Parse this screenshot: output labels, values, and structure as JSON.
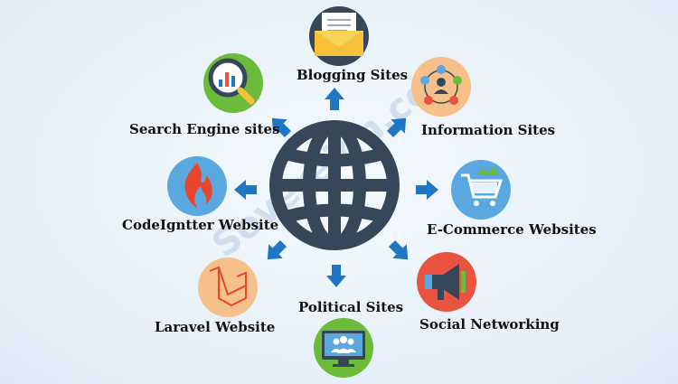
{
  "diagram": {
    "labels": {
      "blogging": "Blogging Sites",
      "search": "Search Engine sites",
      "information": "Information Sites",
      "codeigniter": "CodeIgntter Website",
      "ecommerce": "E-Commerce Websites",
      "laravel": "Laravel Website",
      "political": "Political Sites",
      "social": "Social Networking"
    },
    "colors": {
      "globe": "#37475a",
      "arrow": "#1f77c4",
      "blogging_circle": "#37475a",
      "search_circle": "#6dbb3a",
      "information_circle": "#f6c08a",
      "codeigniter_circle": "#5aa8df",
      "ecommerce_circle": "#5aa8df",
      "laravel_circle": "#f6c08a",
      "social_circle": "#e85440",
      "political_circle": "#6dbb3a"
    }
  }
}
